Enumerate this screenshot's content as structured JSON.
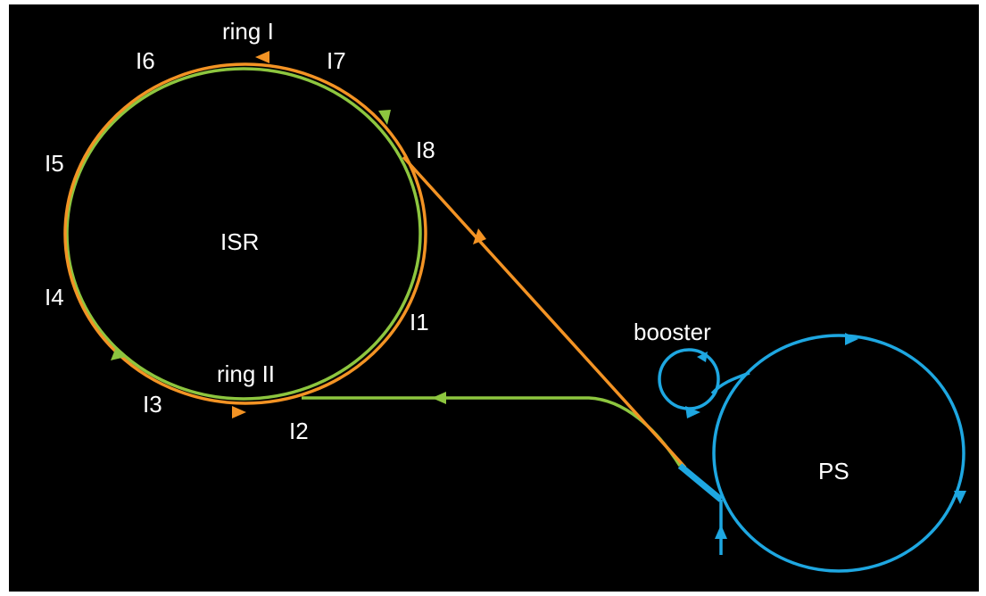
{
  "colors": {
    "ring_I": "#f39324",
    "ring_II": "#8dc63f",
    "ps": "#1ea7e1",
    "background": "#000000",
    "text": "#ffffff"
  },
  "labels": {
    "ring_I": "ring I",
    "ring_II": "ring II",
    "ISR": "ISR",
    "PS": "PS",
    "booster": "booster",
    "I1": "I1",
    "I2": "I2",
    "I3": "I3",
    "I4": "I4",
    "I5": "I5",
    "I6": "I6",
    "I7": "I7",
    "I8": "I8"
  }
}
